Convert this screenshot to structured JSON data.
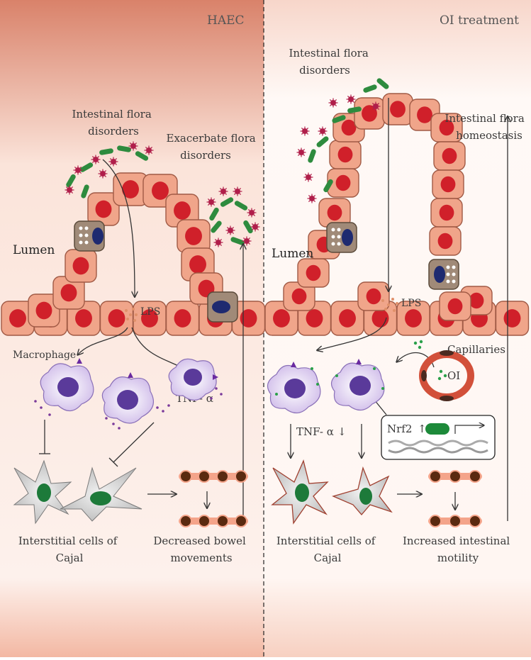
{
  "left": {
    "title": "HAEC",
    "flora_disorders": [
      "Intestinal flora",
      "disorders"
    ],
    "exacerbate": [
      "Exacerbate flora",
      "disorders"
    ],
    "lumen": "Lumen",
    "lps": "LPS",
    "macrophage": "Macrophage",
    "tnf": "TNF- α",
    "icc": [
      "Interstitial cells of",
      "Cajal"
    ],
    "bowel": [
      "Decreased bowel",
      "movements"
    ]
  },
  "right": {
    "title": "OI treatment",
    "flora_disorders": [
      "Intestinal flora",
      "disorders"
    ],
    "homeostasis": [
      "Intestinal flora",
      "homeostasis"
    ],
    "lumen": "Lumen",
    "lps": "LPS",
    "capillaries": "Capillaries",
    "oi": "OI",
    "nrf2": "Nrf2",
    "tnf": "TNF- α",
    "icc": [
      "Interstitial cells of",
      "Cajal"
    ],
    "motility": [
      "Increased intestinal",
      "motility"
    ]
  },
  "colors": {
    "cell_fill": "#f0a58a",
    "nucleus": "#d0202a",
    "bacteria_green": "#2e8b3e",
    "bacteria_red": "#b01e4a",
    "macrophage": "#5a3a9a",
    "icc_green": "#1d7a3a"
  }
}
